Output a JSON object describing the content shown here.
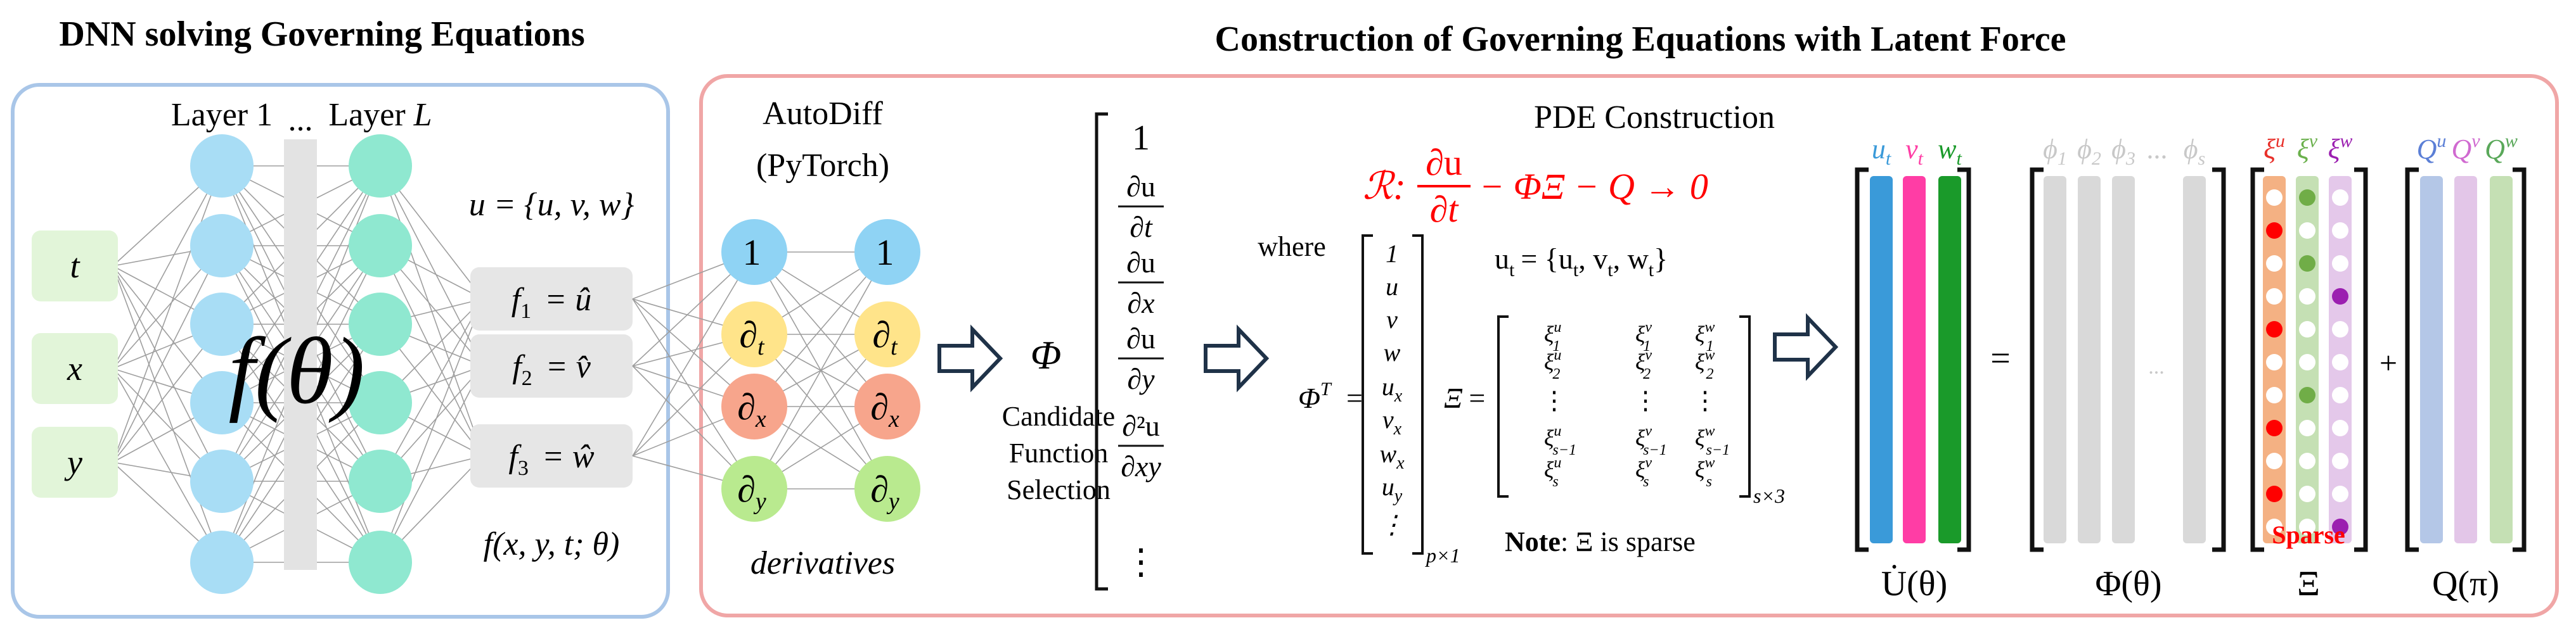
{
  "left_panel": {
    "title": "DNN solving Governing Equations",
    "layer_1_label": "Layer 1",
    "ellipsis": "...",
    "layer_l_prefix": "Layer ",
    "layer_l_var": "L",
    "inputs": [
      "t",
      "x",
      "y"
    ],
    "network_func": "f(θ)",
    "output_set": "u = {u, v, w}",
    "outputs": [
      "f",
      "f",
      "f"
    ],
    "output_subscripts": [
      "1",
      "2",
      "3"
    ],
    "output_rhs": [
      "= û",
      "= v̂",
      "= ŵ"
    ],
    "func_label": "f(x, y, t; θ)"
  },
  "autodiff": {
    "title_line1": "AutoDiff",
    "title_line2": "(PyTorch)",
    "nodes": [
      "1",
      "∂",
      "∂",
      "∂"
    ],
    "node_subscripts": [
      "",
      "t",
      "x",
      "y"
    ],
    "footer": "derivatives"
  },
  "selection": {
    "phi_symbol": "Φ",
    "label_lines": [
      "Candidate",
      "Function",
      "Selection"
    ]
  },
  "candidates": {
    "first": "1",
    "fractions": [
      {
        "num": "∂u",
        "den": "∂t"
      },
      {
        "num": "∂u",
        "den": "∂x"
      },
      {
        "num": "∂u",
        "den": "∂y"
      },
      {
        "num": "∂²u",
        "den": "∂xy"
      }
    ],
    "last": "⋮"
  },
  "right_panel": {
    "title": "Construction of Governing Equations with Latent Force",
    "pde_title": "PDE Construction",
    "residual_prefix": "ℛ:",
    "residual_num": "∂u",
    "residual_den": "∂t",
    "residual_tail": "− ΦΞ − Q → 0",
    "where": "where",
    "phi_T": "Φ",
    "phi_T_sup": "T",
    "eq": "=",
    "phi_entries": [
      "1",
      "u",
      "v",
      "w",
      "u",
      "v",
      "w",
      "u",
      "⋮"
    ],
    "phi_entry_subs": [
      "",
      "",
      "",
      "",
      "x",
      "x",
      "x",
      "y",
      ""
    ],
    "phi_dim": "p×1",
    "ut_set": "u",
    "ut_set_sub": "t",
    "ut_set_rhs": "= {u",
    "ut_set_items": [
      "t",
      "t",
      "t"
    ],
    "xi_symbol": "Ξ",
    "xi_columns_sup": [
      "u",
      "v",
      "w"
    ],
    "xi_row_subs": [
      "1",
      "2",
      "⋮",
      "s−1",
      "s"
    ],
    "xi_dim": "s×3",
    "note_bold": "Note",
    "note_text": ": Ξ is sparse"
  },
  "matrices": {
    "u_header": [
      {
        "base": "u",
        "sub": "t",
        "color": "#3a9ad9"
      },
      {
        "base": "v",
        "sub": "t",
        "color": "#ff3da5"
      },
      {
        "base": "w",
        "sub": "t",
        "color": "#1a9a2a"
      }
    ],
    "phi_header": [
      {
        "base": "ϕ",
        "sub": "1"
      },
      {
        "base": "ϕ",
        "sub": "2"
      },
      {
        "base": "ϕ",
        "sub": "3"
      },
      {
        "base": "...",
        "sub": ""
      },
      {
        "base": "ϕ",
        "sub": "s"
      }
    ],
    "xi_header": [
      {
        "base": "ξ",
        "sup": "u",
        "color": "#e8302a"
      },
      {
        "base": "ξ",
        "sup": "v",
        "color": "#6ab04c"
      },
      {
        "base": "ξ",
        "sup": "w",
        "color": "#9b1fb0"
      }
    ],
    "q_header": [
      {
        "base": "Q",
        "sup": "u",
        "color": "#5b7fd6"
      },
      {
        "base": "Q",
        "sup": "v",
        "color": "#d06ad0"
      },
      {
        "base": "Q",
        "sup": "w",
        "color": "#5aa85a"
      }
    ],
    "equals": "=",
    "plus": "+",
    "phi_dots": "...",
    "sparse_label": "Sparse",
    "labels": [
      "U̇(θ)",
      "Φ(θ)",
      "Ξ",
      "Q(π)"
    ],
    "colors": {
      "u_t": "#3a9ad9",
      "v_t": "#ff3da5",
      "w_t": "#1a9a2a",
      "phi_col": "#d9d9d9",
      "xi_u": "#f4b183",
      "xi_v": "#c5e0b4",
      "xi_w": "#e4c8ea",
      "q_u": "#b4c7e7",
      "q_v": "#e3c6e8",
      "q_w": "#c5e0b4",
      "dot_u": "#ff0000",
      "dot_v": "#70ad47",
      "dot_w": "#9b1fb0",
      "sparse_text": "#ff0000",
      "residual_text": "#ff0000"
    }
  },
  "colors": {
    "left_border": "#a9c6e8",
    "right_border": "#f0a6a6",
    "input_box": "#e2f5d9",
    "layer1_node": "#a8ddf5",
    "layerL_node": "#8fe8d0",
    "hidden_band": "#e3e3e3",
    "output_box": "#e6e6e6",
    "node_1": "#8fd3f4",
    "node_t": "#ffe48a",
    "node_x": "#f7a58c",
    "node_y": "#b9ea8f",
    "edge": "#9e9e9e",
    "arrow_stroke": "#1f3248"
  }
}
